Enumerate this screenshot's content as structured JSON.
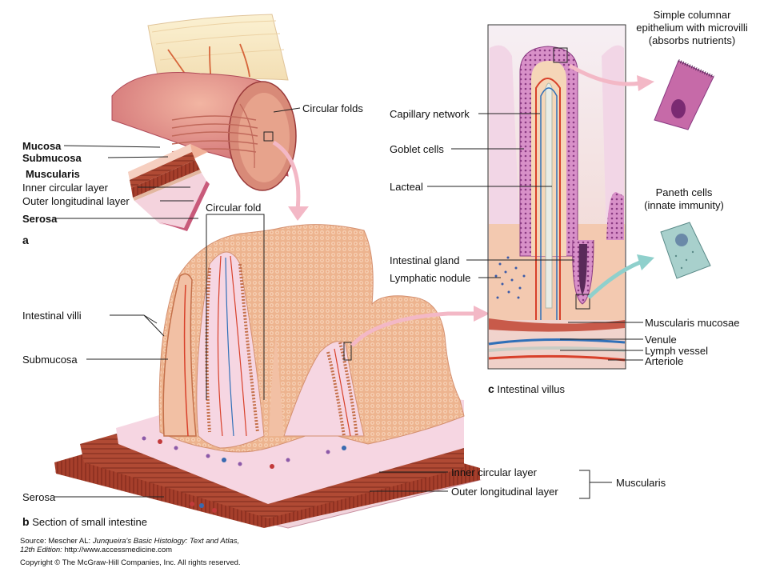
{
  "labels": {
    "circular_folds": "Circular folds",
    "mucosa": "Mucosa",
    "submucosa_a": "Submucosa",
    "muscularis_a": "Muscularis",
    "inner_circular_a": "Inner circular layer",
    "outer_longitudinal_a": "Outer longitudinal layer",
    "serosa_a": "Serosa",
    "panel_a": "a",
    "circular_fold": "Circular fold",
    "intestinal_villi": "Intestinal villi",
    "submucosa_b": "Submucosa",
    "inner_circular_b": "Inner circular layer",
    "outer_longitudinal_b": "Outer longitudinal layer",
    "muscularis_b": "Muscularis",
    "serosa_b": "Serosa",
    "panel_b_letter": "b",
    "panel_b_caption": "Section of small intestine",
    "capillary_network": "Capillary network",
    "goblet_cells": "Goblet cells",
    "lacteal": "Lacteal",
    "intestinal_gland": "Intestinal gland",
    "lymphatic_nodule": "Lymphatic nodule",
    "muscularis_mucosae": "Muscularis mucosae",
    "venule": "Venule",
    "lymph_vessel": "Lymph vessel",
    "arteriole": "Arteriole",
    "panel_c_letter": "c",
    "panel_c_caption": "Intestinal villus",
    "simple_columnar_1": "Simple columnar",
    "simple_columnar_2": "epithelium with microvilli",
    "simple_columnar_3": "(absorbs nutrients)",
    "paneth_1": "Paneth cells",
    "paneth_2": "(innate immunity)"
  },
  "source": {
    "prefix": "Source: Mescher AL: ",
    "book": "Junqueira's Basic Histology: Text and Atlas,",
    "edition": "12th Edition:",
    "url": " http://www.accessmedicine.com",
    "copyright": "Copyright © The McGraw-Hill Companies, Inc. All rights reserved."
  },
  "colors": {
    "tissue_light": "#f3c8a8",
    "tissue_mid": "#e8a882",
    "muscle": "#a8402e",
    "muscle_dark": "#7c2a1c",
    "submucosa": "#f6d6e2",
    "arrow_pink": "#f3b8c6",
    "arrow_teal": "#8fd0cc",
    "artery_red": "#d8402a",
    "vein_blue": "#3070b8",
    "lacteal_white": "#e8ece6",
    "cell_magenta": "#c66aa8",
    "paneth_teal": "#9cc6c4"
  }
}
